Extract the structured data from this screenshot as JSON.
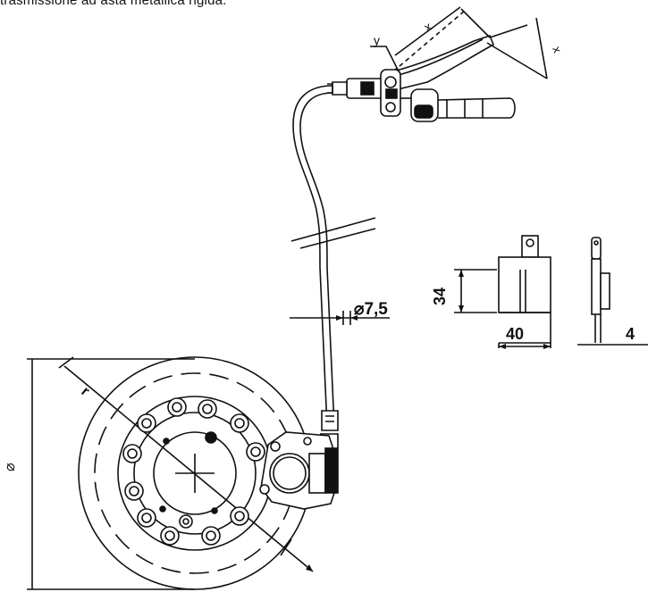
{
  "caption": "trasmissione ad asta metallica rigida.",
  "labels": {
    "y": "y",
    "x_top": "x",
    "x_angle": "x",
    "diameter_hose": "⌀7,5",
    "pad_height": "34",
    "pad_width": "40",
    "pad_thickness": "4",
    "disc_radius": "r",
    "disc_diameter": "⌀"
  }
}
